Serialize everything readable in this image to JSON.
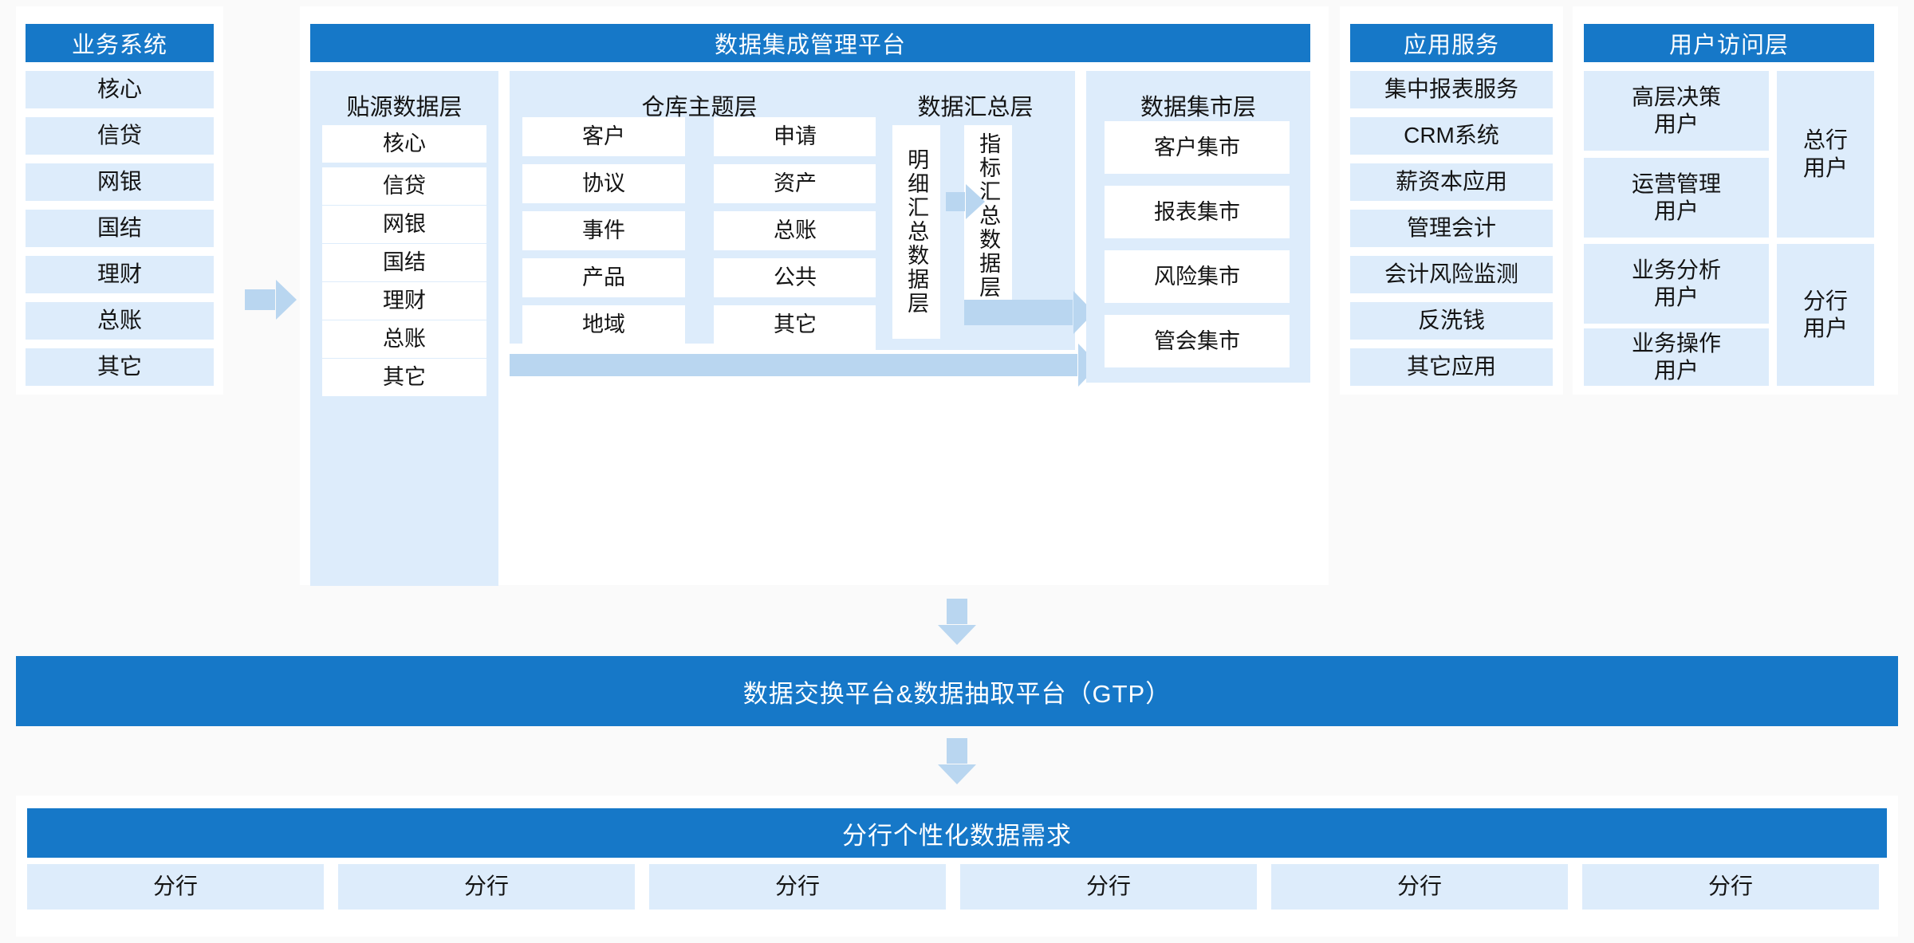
{
  "business_systems": {
    "header": "业务系统",
    "items": [
      "核心",
      "信贷",
      "网银",
      "国结",
      "理财",
      "总账",
      "其它"
    ]
  },
  "platform": {
    "header": "数据集成管理平台",
    "source_layer": {
      "title": "贴源数据层",
      "items": [
        "核心",
        "信贷",
        "网银",
        "国结",
        "理财",
        "总账",
        "其它"
      ]
    },
    "warehouse_layer": {
      "title": "仓库主题层",
      "left_items": [
        "客户",
        "协议",
        "事件",
        "产品",
        "地域"
      ],
      "right_items": [
        "申请",
        "资产",
        "总账",
        "公共",
        "其它"
      ]
    },
    "summary_layer": {
      "title": "数据汇总层",
      "detail_box": "明细汇总数据层",
      "index_box": "指标汇总数据层"
    },
    "mart_layer": {
      "title": "数据集市层",
      "items": [
        "客户集市",
        "报表集市",
        "风险集市",
        "管会集市"
      ]
    }
  },
  "app_services": {
    "header": "应用服务",
    "items": [
      "集中报表服务",
      "CRM系统",
      "薪资本应用",
      "管理会计",
      "会计风险监测",
      "反洗钱",
      "其它应用"
    ]
  },
  "user_access": {
    "header": "用户访问层",
    "roles": [
      "高层决策\n用户",
      "运营管理\n用户",
      "业务分析\n用户",
      "业务操作\n用户"
    ],
    "groups": [
      "总行\n用户",
      "分行\n用户"
    ]
  },
  "exchange_platform": {
    "title": "数据交换平台&数据抽取平台（GTP）"
  },
  "branch_needs": {
    "title": "分行个性化数据需求",
    "branches": [
      "分行",
      "分行",
      "分行",
      "分行",
      "分行",
      "分行"
    ]
  },
  "colors": {
    "brand_blue": "#1678c8",
    "light_blue": "#ddecfb",
    "arrow_blue": "#b9d6f0",
    "white": "#ffffff",
    "page_bg": "#fafafa"
  }
}
